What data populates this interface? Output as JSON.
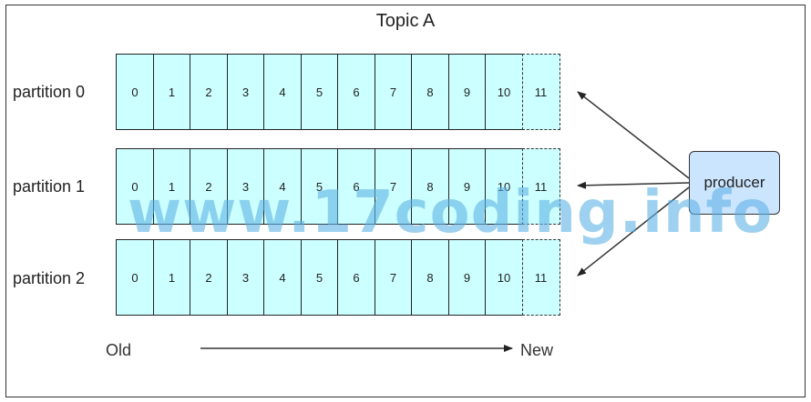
{
  "title": "Topic A",
  "partitions": [
    {
      "label": "partition 0",
      "offsets": [
        "0",
        "1",
        "2",
        "3",
        "4",
        "5",
        "6",
        "7",
        "8",
        "9",
        "10",
        "11"
      ]
    },
    {
      "label": "partition 1",
      "offsets": [
        "0",
        "1",
        "2",
        "3",
        "4",
        "5",
        "6",
        "7",
        "8",
        "9",
        "10",
        "11"
      ]
    },
    {
      "label": "partition 2",
      "offsets": [
        "0",
        "1",
        "2",
        "3",
        "4",
        "5",
        "6",
        "7",
        "8",
        "9",
        "10",
        "11"
      ]
    }
  ],
  "producer_label": "producer",
  "axis": {
    "start_label": "Old",
    "end_label": "New"
  },
  "watermark": "www.17coding.info",
  "colors": {
    "cell_fill": "#ccffff",
    "producer_fill": "#cce5ff",
    "watermark": "#5fb3e6",
    "stroke": "#222222"
  }
}
